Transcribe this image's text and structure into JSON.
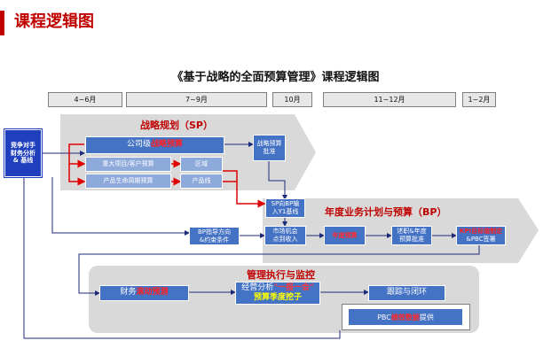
{
  "slide_title": "课程逻辑图",
  "diagram_title": "《基于战略的全面预算管理》课程逻辑图",
  "timeline": [
    "4~6月",
    "7~9月",
    "10月",
    "11~12月",
    "1~2月"
  ],
  "side_box": "竞争对手\n财务分析\n& 基线",
  "sections": {
    "sp_title": "战略规划（SP）",
    "bp_title": "年度业务计划与预算（BP）",
    "exec_title": "管理执行与监控"
  },
  "boxes": {
    "company_pre": "公司级",
    "company_hl": "战略预算",
    "major_projects": "重大项目/客户预算",
    "region": "区域",
    "product_lifecycle": "产品生命周期预算",
    "product_line": "产品线",
    "strategy_approval": "战略预算\n批准",
    "sp_to_bp": "SP向BP输\n入Y1基线",
    "bp_guidance": "BP指导方向\n&约束条件",
    "market_opportunity": "市场机会\n点到收入",
    "annual_budget": "年度预算",
    "report_approval": "述职&年度\n预算批准",
    "kpi_hl": "KPI目标值制定",
    "kpi_rest": "&PBC签署",
    "finance_pre": "财务",
    "finance_hl": "滚动预测",
    "analysis_pre": "经营分析",
    "analysis_hl": "\"一报一会\"",
    "analysis_line2": "预算季度挖子",
    "tracking": "跟踪与闭环",
    "pbc_pre": "PBC",
    "pbc_hl": "绩效数据",
    "pbc_post": "提供"
  },
  "colors": {
    "brand_red": "#c00000",
    "box_blue": "#4472c4",
    "box_light": "#8eaadb",
    "panel_gray": "#d9d9d9",
    "arrow_red": "#e00000",
    "line_navy": "#1f2a7a"
  }
}
